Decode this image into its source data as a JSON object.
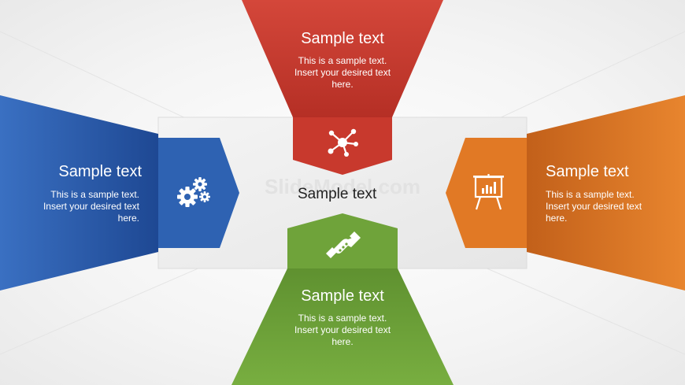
{
  "colors": {
    "top": "#c8392d",
    "left": "#2e62b2",
    "right": "#e17925",
    "bottom": "#6fa33a",
    "center_panel": "#f1f1f1"
  },
  "center": {
    "title": "Sample text"
  },
  "watermark": "SlideModel.com",
  "segments": {
    "top": {
      "title": "Sample text",
      "lines": [
        "This is a sample text.",
        "Insert your desired text",
        "here."
      ],
      "icon": "network-icon"
    },
    "left": {
      "title": "Sample text",
      "lines": [
        "This is a sample text.",
        "Insert your desired text",
        "here."
      ],
      "icon": "gears-icon"
    },
    "right": {
      "title": "Sample text",
      "lines": [
        "This is a sample text.",
        "Insert your desired text",
        "here."
      ],
      "icon": "presentation-board-icon"
    },
    "bottom": {
      "title": "Sample text",
      "lines": [
        "This is a sample text.",
        "Insert your desired text",
        "here."
      ],
      "icon": "handshake-icon"
    }
  }
}
